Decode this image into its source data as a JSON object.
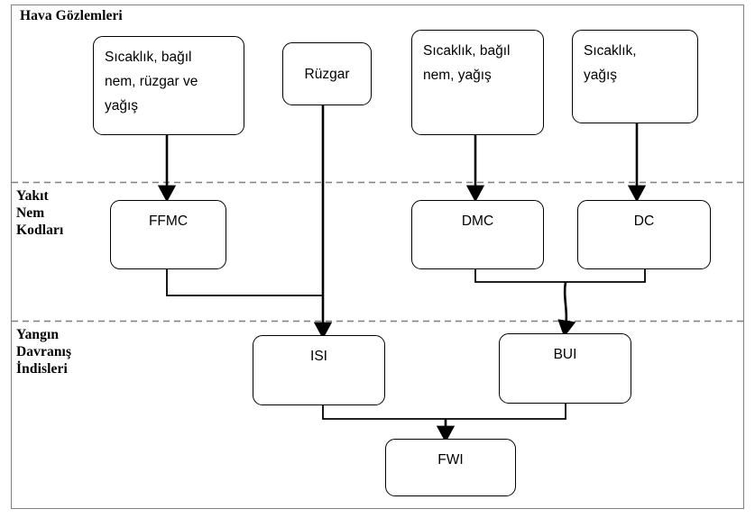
{
  "diagram": {
    "title_band_1": "Hava Gözlemleri",
    "title_band_2": "Yakıt\nNem\nKodları",
    "title_band_3": "Yangın\nDavranış\nİndisleri",
    "bands": [
      {
        "id": "weather-observations",
        "label": "Hava Gözlemleri"
      },
      {
        "id": "fuel-moisture-codes",
        "label": "Yakıt\nNem\nKodları"
      },
      {
        "id": "fire-behaviour-indices",
        "label": "Yangın\nDavranış\nİndisleri"
      }
    ],
    "nodes": {
      "weather_full": "Sıcaklık, bağıl\nnem, rüzgar ve\nyağış",
      "wind": "Rüzgar",
      "weather_dmc": "Sıcaklık, bağıl\nnem, yağış",
      "weather_dc": "Sıcaklık,\nyağış",
      "ffmc": "FFMC",
      "dmc": "DMC",
      "dc": "DC",
      "isi": "ISI",
      "bui": "BUI",
      "fwi": "FWI"
    },
    "colors": {
      "stroke": "#000000",
      "frame": "#808080",
      "divider": "#7f7f7f",
      "background": "#ffffff"
    }
  }
}
